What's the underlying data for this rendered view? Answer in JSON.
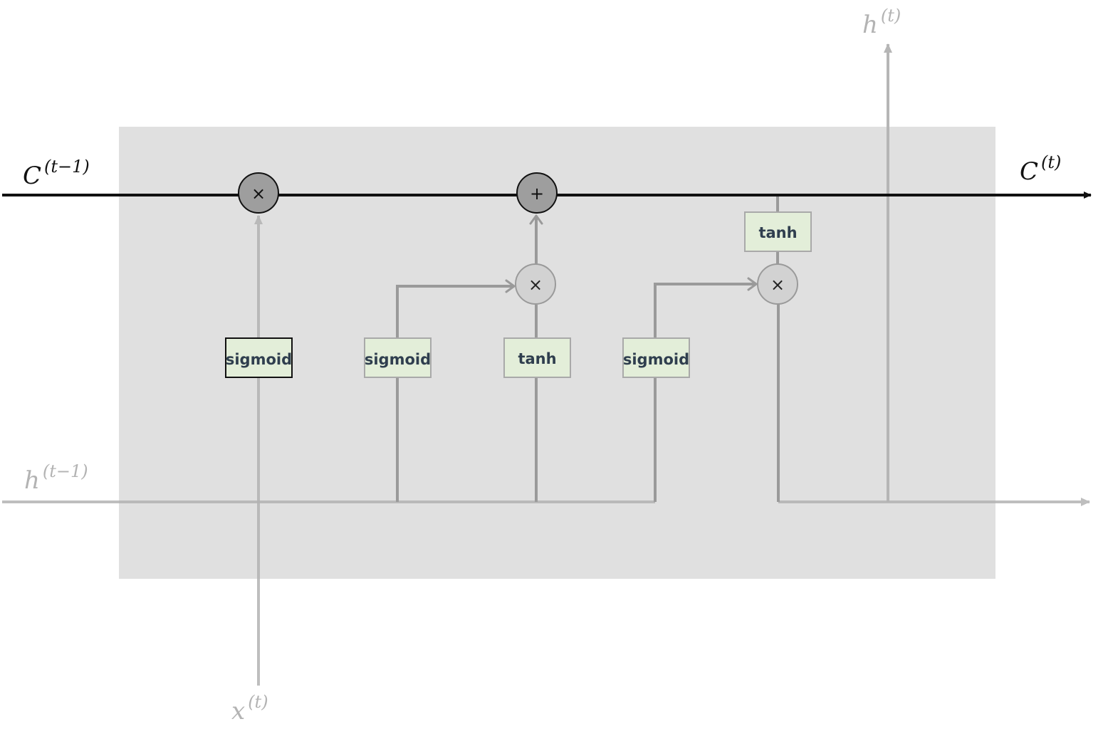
{
  "labels": {
    "c_prev": {
      "base": "C",
      "sup": "(t−1)"
    },
    "c_next": {
      "base": "C",
      "sup": "(t)"
    },
    "h_prev": {
      "base": "h",
      "sup": "(t−1)"
    },
    "h_next": {
      "base": "h",
      "sup": "(t)"
    },
    "x_in": {
      "base": "x",
      "sup": "(t)"
    }
  },
  "gates": {
    "forget_sigmoid": "sigmoid",
    "input_sigmoid": "sigmoid",
    "candidate_tanh": "tanh",
    "output_sigmoid": "sigmoid",
    "cell_tanh": "tanh"
  },
  "operators": {
    "forget_multiply": "×",
    "cell_add": "+",
    "input_multiply": "×",
    "output_multiply": "×"
  },
  "colors": {
    "cell_background": "#e0e0e0",
    "cell_state_line": "#111111",
    "hidden_line": "#b3b3b3",
    "inner_line": "#9a9a9a",
    "gate_fill": "#e3eed9",
    "operator_dark": "#9e9e9e",
    "operator_light": "#d2d2d2",
    "gate_text": "#2f3e4e"
  }
}
